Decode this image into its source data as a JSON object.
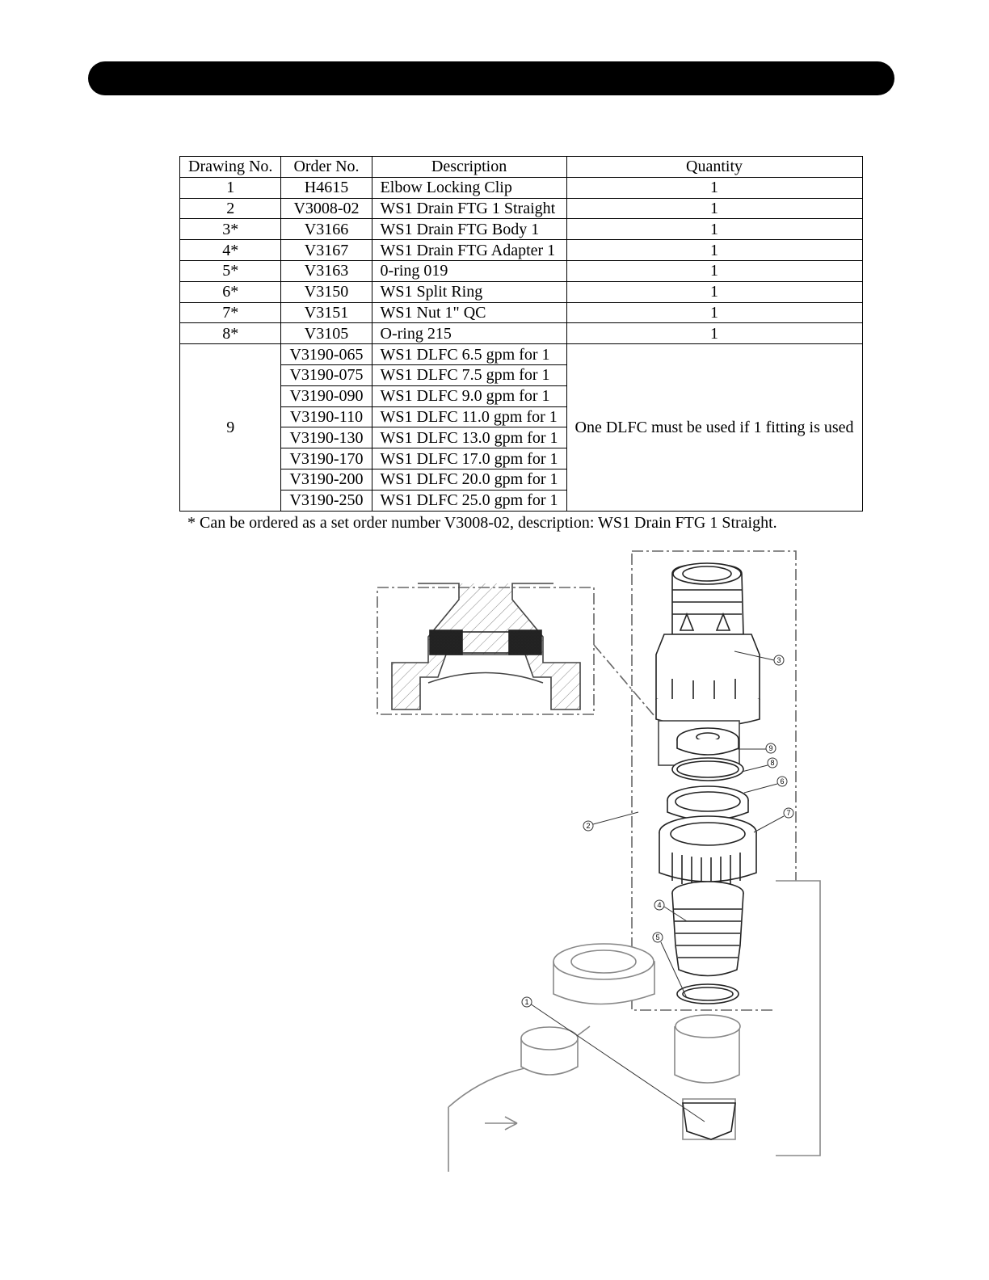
{
  "table": {
    "headers": {
      "drawing_no": "Drawing No.",
      "order_no": "Order No.",
      "description": "Description",
      "quantity": "Quantity"
    },
    "rows": [
      {
        "drawing_no": "1",
        "order_no": "H4615",
        "description": "Elbow Locking Clip",
        "quantity": "1"
      },
      {
        "drawing_no": "2",
        "order_no": "V3008-02",
        "description": "WS1 Drain FTG 1 Straight",
        "quantity": "1"
      },
      {
        "drawing_no": "3*",
        "order_no": "V3166",
        "description": "WS1 Drain FTG Body 1",
        "quantity": "1"
      },
      {
        "drawing_no": "4*",
        "order_no": "V3167",
        "description": "WS1 Drain FTG Adapter 1",
        "quantity": "1"
      },
      {
        "drawing_no": "5*",
        "order_no": "V3163",
        "description": "0-ring 019",
        "quantity": "1"
      },
      {
        "drawing_no": "6*",
        "order_no": "V3150",
        "description": "WS1 Split Ring",
        "quantity": "1"
      },
      {
        "drawing_no": "7*",
        "order_no": "V3151",
        "description": "WS1 Nut 1\" QC",
        "quantity": "1"
      },
      {
        "drawing_no": "8*",
        "order_no": "V3105",
        "description": "O-ring 215",
        "quantity": "1"
      }
    ],
    "dlfc_group": {
      "drawing_no": "9",
      "quantity_note": "One DLFC must be used if 1 fitting is used",
      "rows": [
        {
          "order_no": "V3190-065",
          "description": "WS1 DLFC 6.5 gpm for 1"
        },
        {
          "order_no": "V3190-075",
          "description": "WS1 DLFC 7.5 gpm for 1"
        },
        {
          "order_no": "V3190-090",
          "description": "WS1 DLFC 9.0 gpm for 1"
        },
        {
          "order_no": "V3190-110",
          "description": "WS1 DLFC 11.0 gpm for 1"
        },
        {
          "order_no": "V3190-130",
          "description": "WS1 DLFC 13.0 gpm for 1"
        },
        {
          "order_no": "V3190-170",
          "description": "WS1 DLFC 17.0 gpm for 1"
        },
        {
          "order_no": "V3190-200",
          "description": "WS1 DLFC 20.0 gpm for 1"
        },
        {
          "order_no": "V3190-250",
          "description": "WS1 DLFC 25.0 gpm for 1"
        }
      ]
    }
  },
  "footnote": "* Can be ordered as a set order number V3008-02, description: WS1 Drain FTG 1 Straight.",
  "diagram": {
    "callouts": [
      "1",
      "2",
      "3",
      "4",
      "5",
      "6",
      "7",
      "8",
      "9"
    ]
  }
}
